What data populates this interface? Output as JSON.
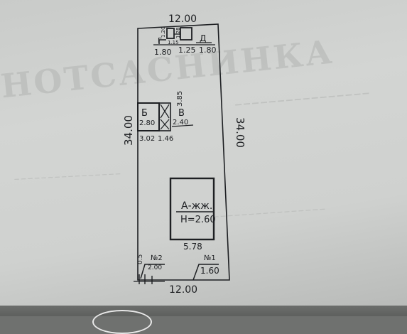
{
  "plot": {
    "top_width": "12.00",
    "bottom_width": "12.00",
    "left_length": "34.00",
    "right_length": "34.00"
  },
  "top_buildings": {
    "small_a": "1.20",
    "small_b": "1.15",
    "small_c": "1.28",
    "label_g": "Г",
    "label_d": "Д",
    "w_1": "1.80",
    "w_2": "1.25",
    "w_3": "1.80"
  },
  "mid_buildings": {
    "label_b": "Б",
    "b_depth": "2.80",
    "label_v": "В",
    "v_depth": "2.40",
    "v_side": "3.85",
    "b_width": "3.02",
    "v_width": "1.46"
  },
  "house": {
    "label": "А-жж.",
    "height": "Н=2.60",
    "width": "5.78"
  },
  "gates": {
    "g2_label": "№2",
    "g2_width": "2.00",
    "g1_label": "№1",
    "g1_width": "1.60",
    "small_mark": "0.5"
  },
  "colors": {
    "ink": "#1d1f22",
    "paper": "#d1d3d1"
  }
}
